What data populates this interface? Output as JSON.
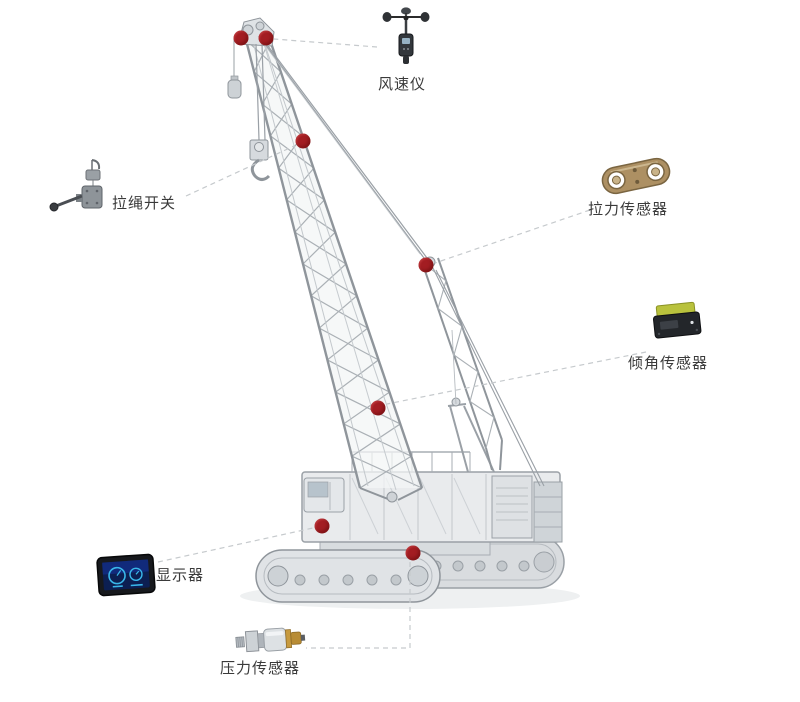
{
  "diagram": {
    "subject": "crawler-crane-sensor-overview",
    "background": "#ffffff"
  },
  "colors": {
    "marker_red": "#a31d22",
    "connector_gray": "#c6cacd",
    "label_text": "#3a3a3a"
  },
  "callouts": [
    {
      "label": "风速仪",
      "icon": "anemometer-icon"
    },
    {
      "label": "拉绳开关",
      "icon": "pull-rope-switch-icon"
    },
    {
      "label": "拉力传感器",
      "icon": "tension-sensor-icon"
    },
    {
      "label": "倾角传感器",
      "icon": "tilt-sensor-icon"
    },
    {
      "label": "显示器",
      "icon": "display-icon"
    },
    {
      "label": "压力传感器",
      "icon": "pressure-sensor-icon"
    }
  ],
  "markers": [
    {
      "location": "boom-tip-left"
    },
    {
      "location": "boom-tip-right"
    },
    {
      "location": "upper-boom"
    },
    {
      "location": "mast-top"
    },
    {
      "location": "mid-boom"
    },
    {
      "location": "superstructure"
    },
    {
      "location": "crawler-track"
    }
  ]
}
